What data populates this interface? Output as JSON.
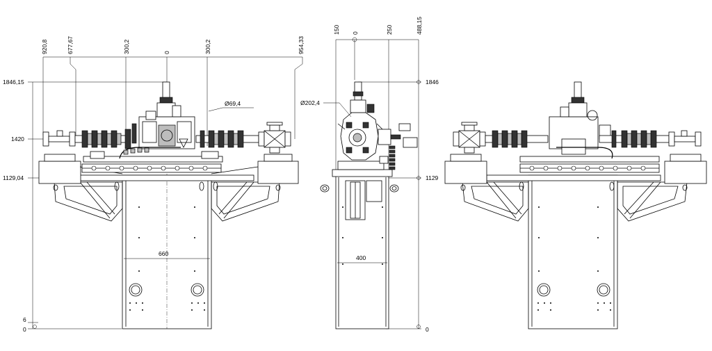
{
  "front_view": {
    "top_dims": [
      "920,8",
      "677,67",
      "300,2",
      "0",
      "300,2",
      "954,33"
    ],
    "left_dims": [
      "1846,15",
      "1420",
      "1129,04",
      "6",
      "0"
    ],
    "width_dim": "660",
    "diameter_label": "Ø69,4"
  },
  "side_view": {
    "top_dims": [
      "150",
      "0",
      "250",
      "488,15"
    ],
    "right_dims": [
      "1846",
      "1129",
      "0"
    ],
    "width_dim": "400",
    "diameter_label": "Ø202,4"
  }
}
